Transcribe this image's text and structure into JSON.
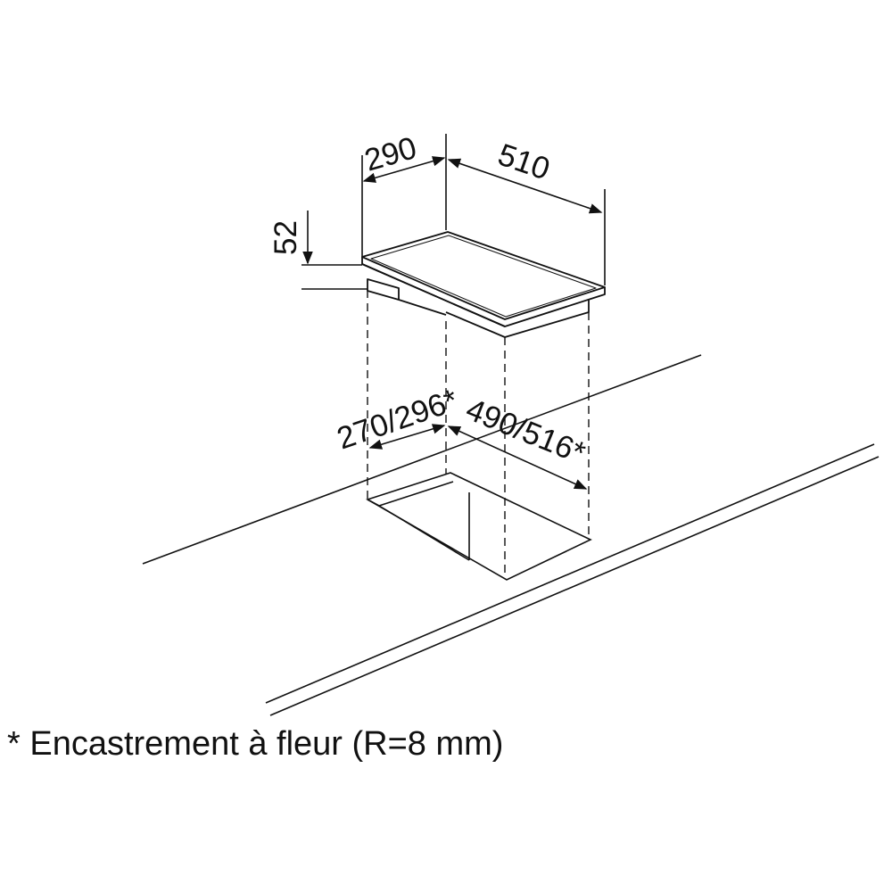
{
  "dimensions": {
    "top_depth": "290",
    "top_width": "510",
    "height": "52",
    "cutout_depth": "270/296*",
    "cutout_width": "490/516*"
  },
  "footnote": "* Encastrement à fleur (R=8 mm)",
  "colors": {
    "line": "#111111",
    "background": "#ffffff"
  }
}
